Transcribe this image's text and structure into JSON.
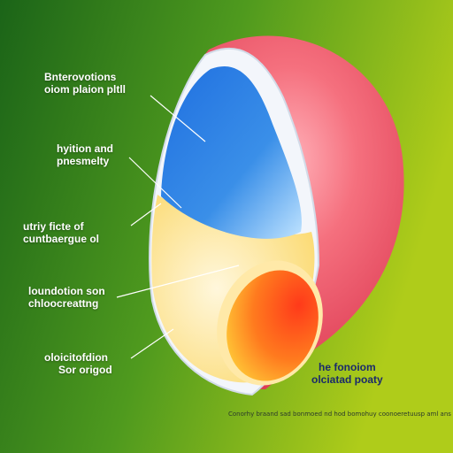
{
  "colors": {
    "bg_left": "#1e6a1a",
    "bg_right": "#a9c81a",
    "outer_shell": "#ee4f62",
    "blue_chamber": "#2f7fe0",
    "yellow_body": "#fde7a0",
    "orange_core": "#ff5a1e",
    "label_text": "#ffffff",
    "right_label_text": "#1a2a6b"
  },
  "labels": [
    {
      "id": "label-1",
      "lines": [
        "Bnterovotions",
        "oiom plaion pltll"
      ]
    },
    {
      "id": "label-2",
      "lines": [
        "hyition and",
        "pnesmelty"
      ]
    },
    {
      "id": "label-3",
      "lines": [
        "utriy ficte of",
        "cuntbaergue ol"
      ]
    },
    {
      "id": "label-4",
      "lines": [
        "loundotion son",
        "chloocreattng"
      ]
    },
    {
      "id": "label-5",
      "lines": [
        "oloicitofdion",
        "Sor origod"
      ]
    },
    {
      "id": "label-6",
      "lines": [
        "he fonoiom",
        "olciatad poaty"
      ]
    }
  ],
  "footer": "Conorhy braand sad bonmoed nd hod bomohuy coonoeretuusp aml ans"
}
